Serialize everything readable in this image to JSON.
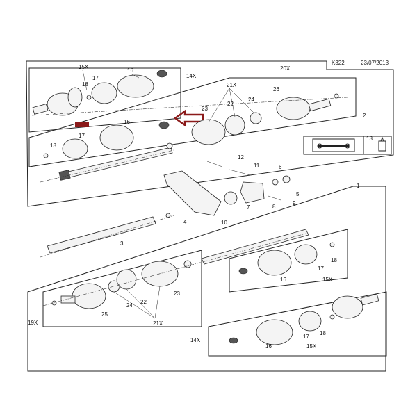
{
  "header": {
    "code": "K322",
    "date": "23/07/2013"
  },
  "highlight_color": "#8b1a1a",
  "labels": {
    "l15x_a": "15X",
    "l16_a": "16",
    "l17_a": "17",
    "l18_a": "18",
    "l14x_a": "14X",
    "l20x": "20X",
    "l2": "2",
    "l21x_a": "21X",
    "l26": "26",
    "l24_a": "24",
    "l22_a": "22",
    "l23_a": "23",
    "l16_b": "16",
    "l17_b": "17",
    "l18_b": "18",
    "l13": "13",
    "l12": "12",
    "l11": "11",
    "l6": "6",
    "l5": "5",
    "l7": "7",
    "l8": "8",
    "l9": "9",
    "l1": "1",
    "l4": "4",
    "l10": "10",
    "l3": "3",
    "l17_c": "17",
    "l18_c": "18",
    "l16_c": "16",
    "l15x_c": "15X",
    "l24_b": "24",
    "l22_b": "22",
    "l23_b": "23",
    "l25": "25",
    "l21x_b": "21X",
    "l19x": "19X",
    "l14x_b": "14X",
    "l16_d": "16",
    "l15x_d": "15X",
    "l17_d": "17",
    "l18_d": "18"
  },
  "icons": {
    "manual": "repair-manual-wrench-icon",
    "lubricant": "grease-can-icon"
  }
}
